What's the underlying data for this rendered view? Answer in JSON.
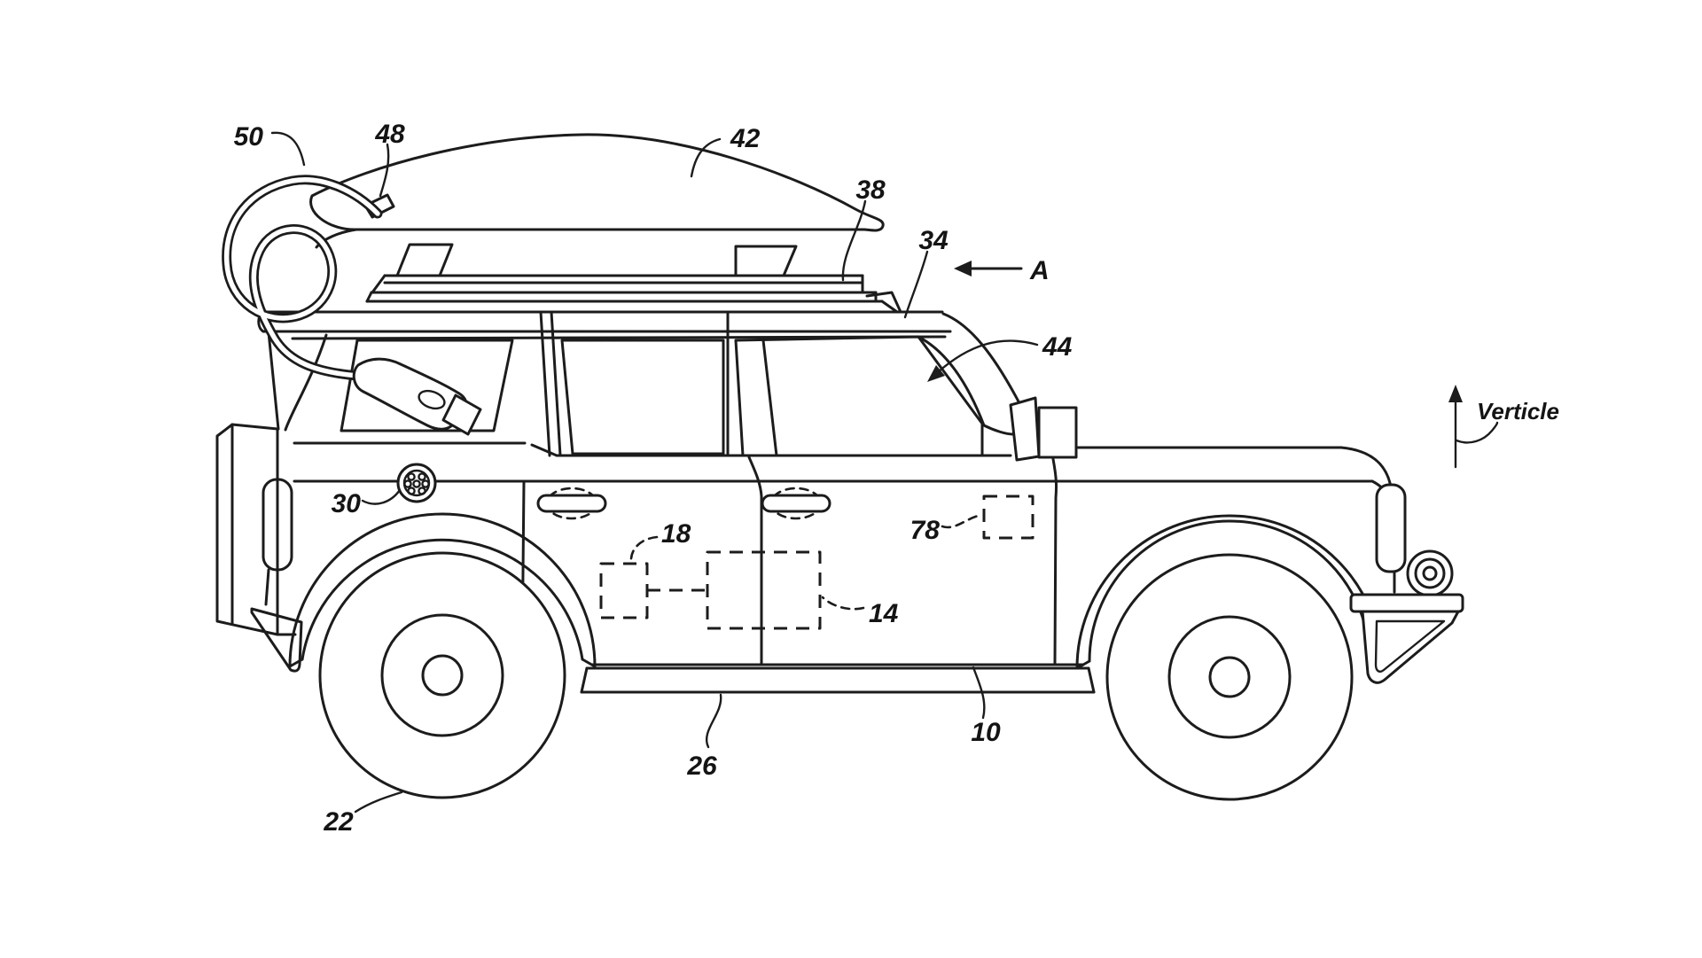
{
  "figure": {
    "kind": "patent-line-drawing",
    "subject": "Side view of an SUV with rooftop cargo carrier and electric charging cable",
    "background_color": "#ffffff",
    "line_color": "#1c1c1c"
  },
  "labels": {
    "ref_50": "50",
    "ref_48": "48",
    "ref_42": "42",
    "ref_38": "38",
    "ref_34": "34",
    "view_arrow": "A",
    "ref_44": "44",
    "vertical_axis": "Verticle",
    "ref_30": "30",
    "ref_18": "18",
    "ref_14": "14",
    "ref_78": "78",
    "ref_10": "10",
    "ref_26": "26",
    "ref_22": "22"
  }
}
